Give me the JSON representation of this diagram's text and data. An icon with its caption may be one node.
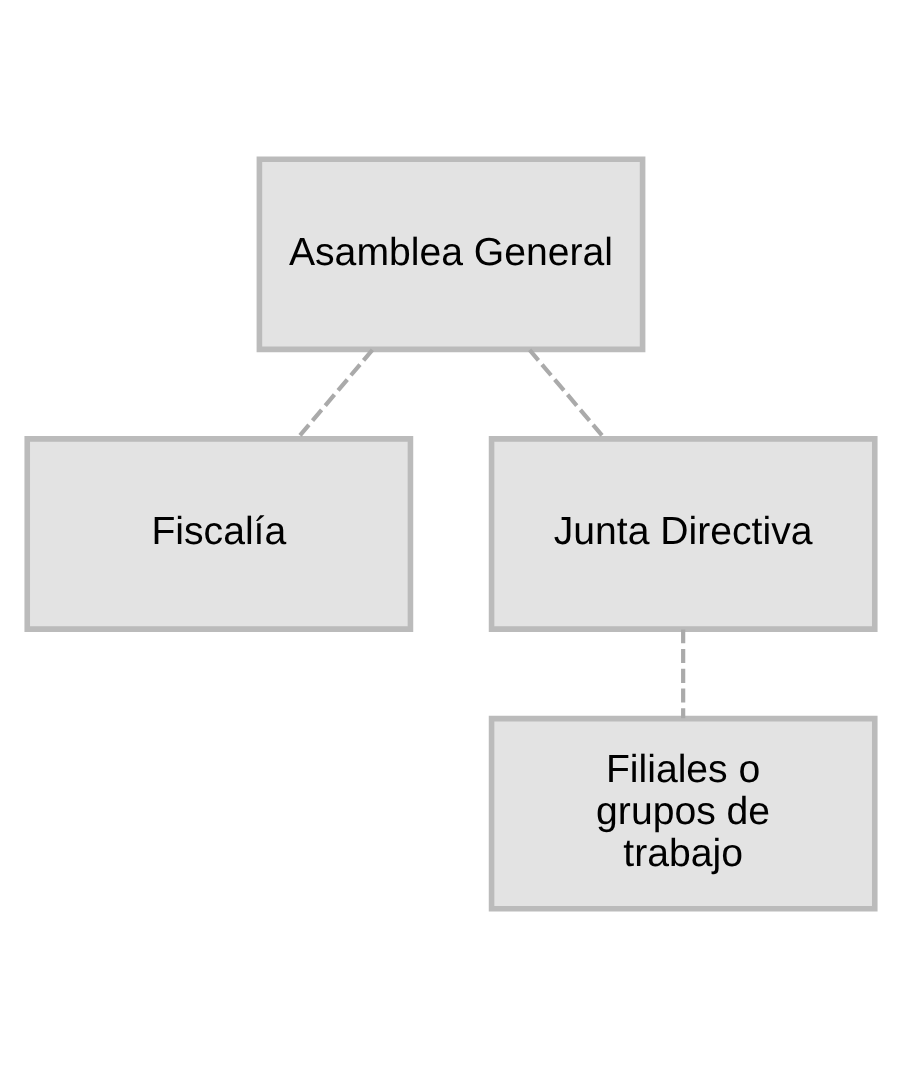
{
  "diagram": {
    "nodes": [
      {
        "text": [
          "Asamblea General"
        ]
      },
      {
        "text": [
          "Fiscalía"
        ]
      },
      {
        "text": [
          "Junta Directiva"
        ]
      },
      {
        "text": [
          "Filiales o grupos de trabajo"
        ]
      }
    ],
    "edges": [
      {
        "from": 0,
        "to": 1,
        "arrow": "none",
        "style": "dashed"
      },
      {
        "from": 0,
        "to": 2,
        "arrow": "none",
        "style": "dashed"
      },
      {
        "from": 2,
        "to": 3,
        "arrow": "none",
        "style": "dashed"
      }
    ]
  }
}
